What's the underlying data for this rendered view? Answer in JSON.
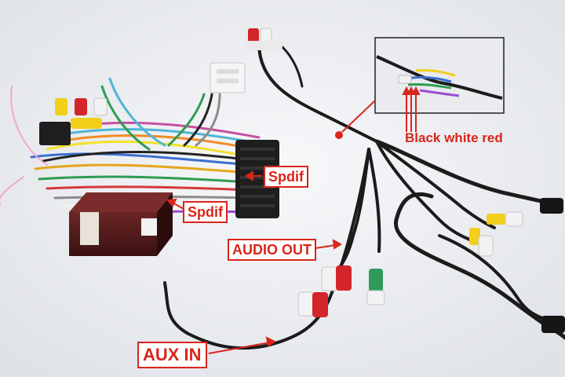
{
  "labels": {
    "spdif_upper": "Spdif",
    "spdif_lower": "Spdif",
    "audio_out": "AUDIO OUT",
    "aux_in": "AUX IN",
    "black_white_red": "Black white red"
  },
  "colors": {
    "callout_red": "#d9261c",
    "background": "#eef0f3",
    "cable_black": "#1b1b1b",
    "rca_red": "#d3262b",
    "rca_white": "#f2f2f2",
    "rca_yellow": "#f1cf1a",
    "rca_green": "#2f9a5a",
    "module_body": "#5a1f1f"
  }
}
